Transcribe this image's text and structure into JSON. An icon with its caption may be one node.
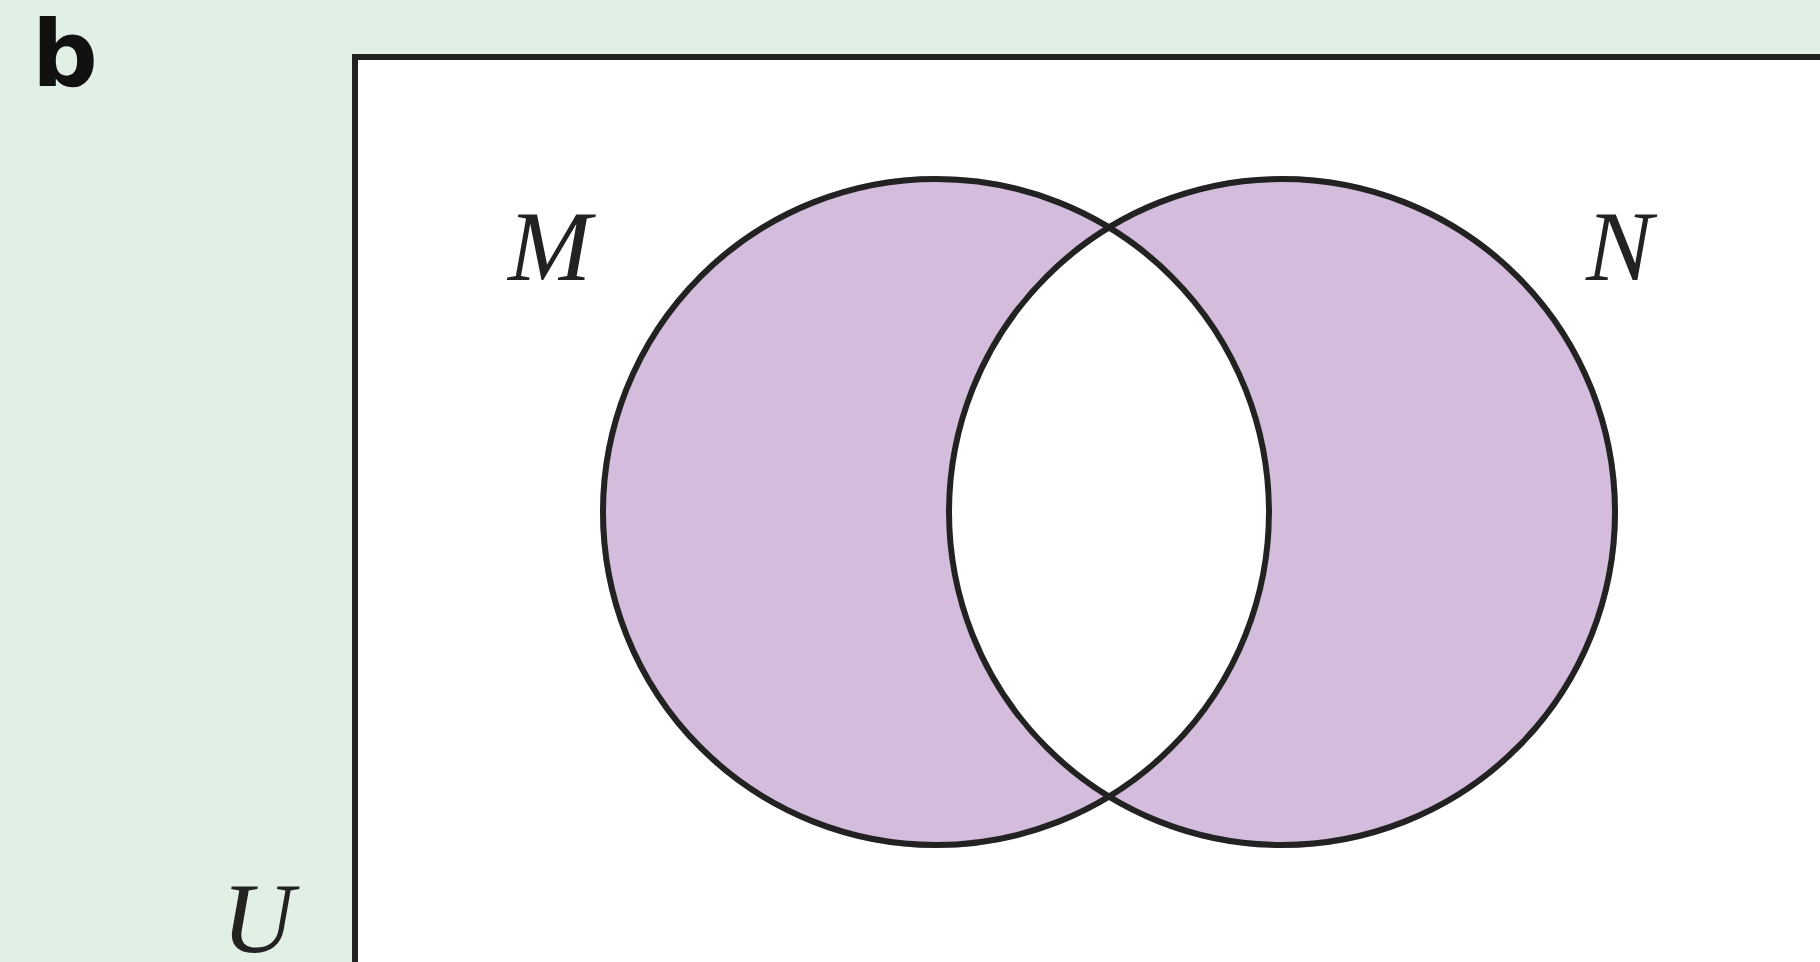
{
  "diagram": {
    "nodes": [
      {
        "text": [
          "U"
        ]
      },
      {
        "text": [
          "M"
        ],
        "in": 0
      },
      {
        "text": [
          "N"
        ],
        "in": 0
      }
    ],
    "labels": [
      "b"
    ]
  }
}
